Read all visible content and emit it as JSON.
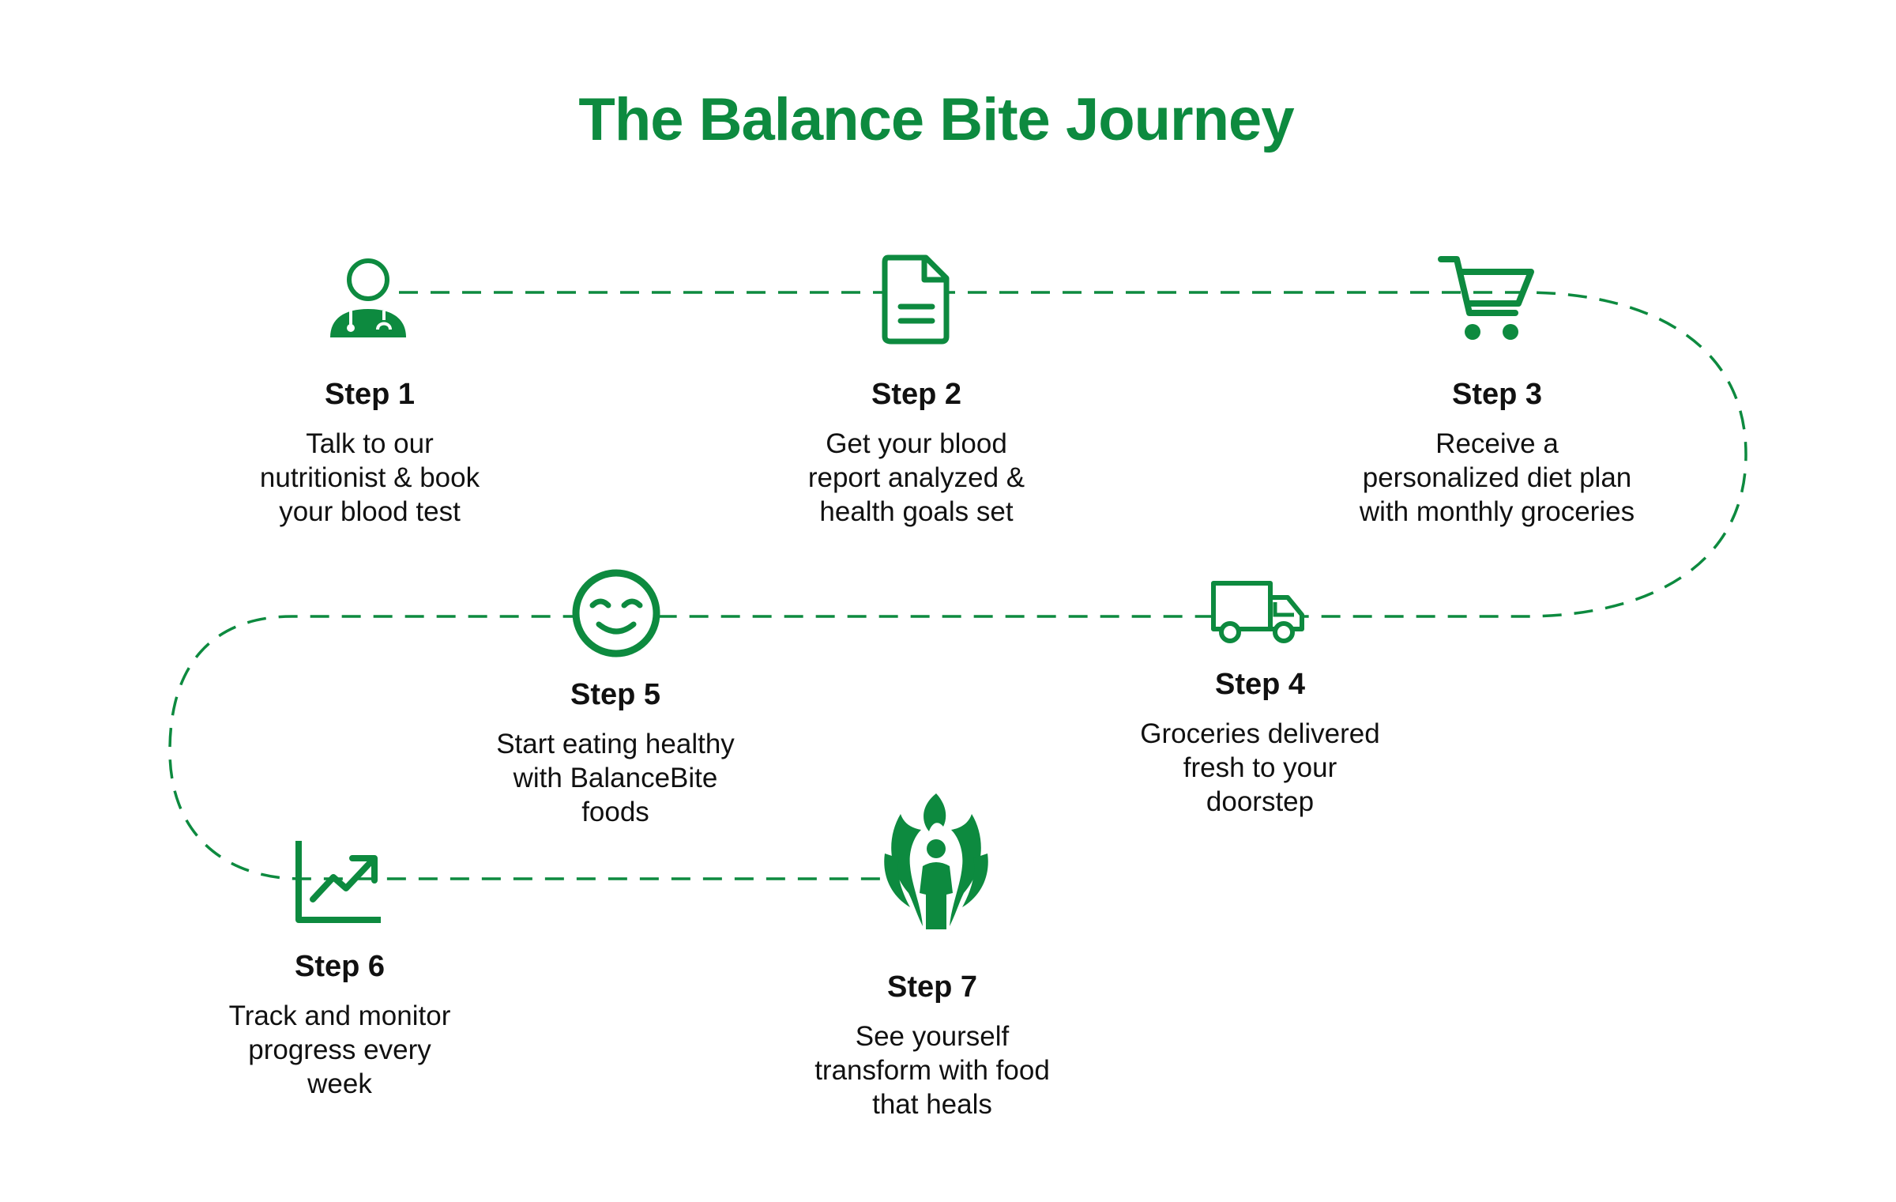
{
  "title": "The Balance Bite Journey",
  "colors": {
    "accent": "#0d8a3f",
    "text": "#111111",
    "background": "#ffffff"
  },
  "steps": [
    {
      "title": "Step 1",
      "lines": [
        "Talk to our",
        "nutritionist & book",
        "your blood test"
      ],
      "icon": "doctor-icon"
    },
    {
      "title": "Step 2",
      "lines": [
        "Get your blood",
        "report analyzed &",
        "health goals set"
      ],
      "icon": "document-icon"
    },
    {
      "title": "Step 3",
      "lines": [
        "Receive a",
        "personalized diet plan",
        "with monthly groceries"
      ],
      "icon": "shopping-cart-icon"
    },
    {
      "title": "Step 4",
      "lines": [
        "Groceries delivered",
        "fresh to your",
        "doorstep"
      ],
      "icon": "delivery-truck-icon"
    },
    {
      "title": "Step 5",
      "lines": [
        "Start eating healthy",
        "with BalanceBite",
        "foods"
      ],
      "icon": "smiley-face-icon"
    },
    {
      "title": "Step 6",
      "lines": [
        "Track and monitor",
        "progress every",
        "week"
      ],
      "icon": "progress-chart-icon"
    },
    {
      "title": "Step 7",
      "lines": [
        "See yourself",
        "transform with food",
        "that heals"
      ],
      "icon": "transformation-icon"
    }
  ]
}
